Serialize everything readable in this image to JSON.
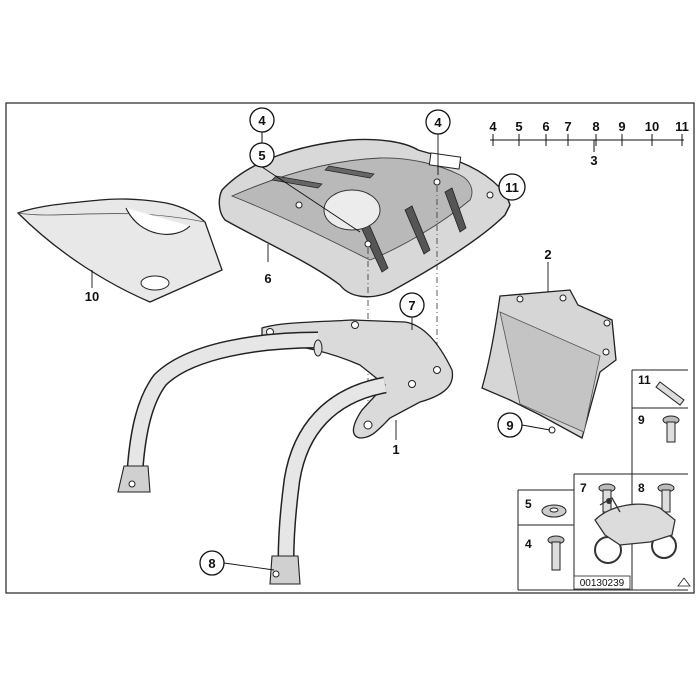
{
  "diagram": {
    "callouts": {
      "c1": "1",
      "c2": "2",
      "c3": "3",
      "c4a": "4",
      "c4b": "4",
      "c5": "5",
      "c6": "6",
      "c7": "7",
      "c8": "8",
      "c9": "9",
      "c10": "10",
      "c11": "11"
    },
    "kit_sequence": [
      "4",
      "5",
      "6",
      "7",
      "8",
      "9",
      "10",
      "11"
    ],
    "legend": {
      "n11": "11",
      "n9": "9",
      "n7": "7",
      "n8": "8",
      "n5": "5",
      "n4": "4"
    },
    "diagram_code": "00130239"
  }
}
